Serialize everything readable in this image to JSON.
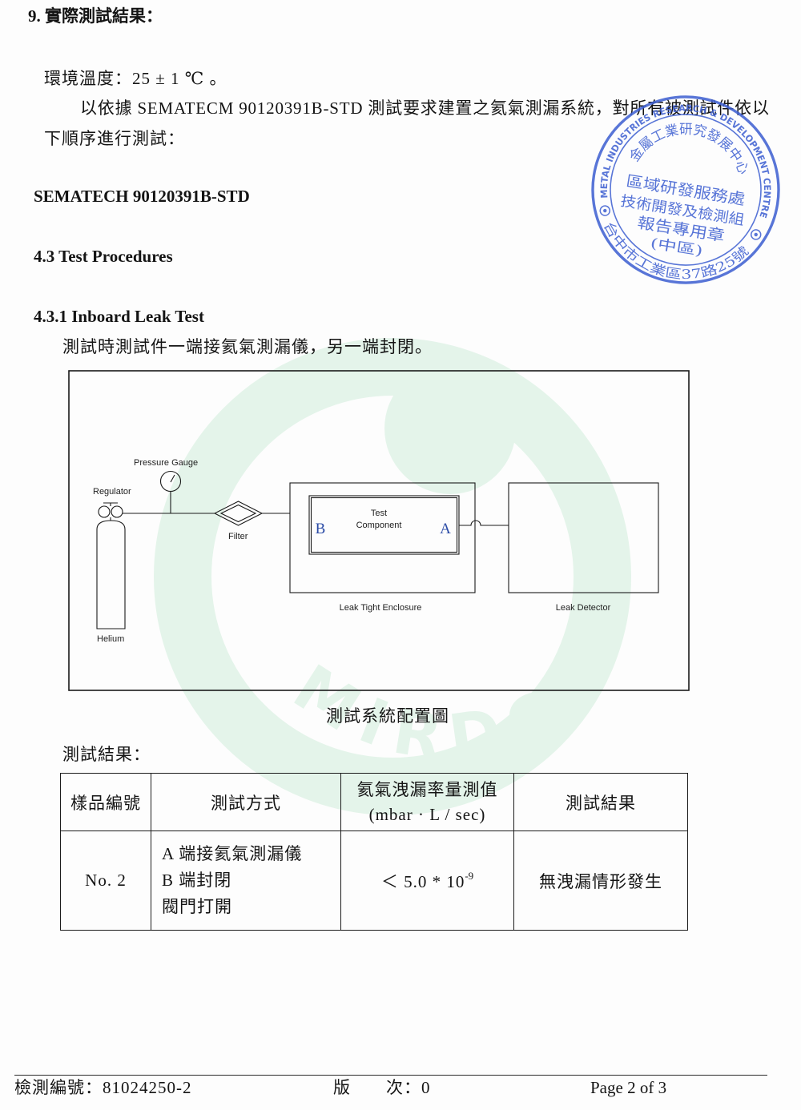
{
  "section": {
    "heading": "9. 實際測試結果：",
    "environment": "環境溫度：25 ± 1 ℃ 。",
    "intro_line_1": "以依據 SEMATECM 90120391B-STD 測試要求建置之氦氣測漏系統，對所有被測試件依以",
    "intro_line_2": "下順序進行測試："
  },
  "standard": {
    "name": "SEMATECH 90120391B-STD",
    "procedures": "4.3 Test Procedures",
    "test_name": "4.3.1 Inboard Leak Test",
    "description": "測試時測試件一端接氦氣測漏儀，另一端封閉。"
  },
  "diagram": {
    "labels": {
      "pressure_gauge": "Pressure Gauge",
      "regulator": "Regulator",
      "helium": "Helium",
      "filter": "Filter",
      "test_component": [
        "Test",
        "Component"
      ],
      "port_b": "B",
      "port_a": "A",
      "enclosure": "Leak Tight Enclosure",
      "detector": "Leak Detector"
    },
    "caption": "測試系統配置圖"
  },
  "results": {
    "label": "測試結果：",
    "headers": [
      {
        "label": "樣品編號"
      },
      {
        "label": "測試方式"
      },
      {
        "label": "氦氣洩漏率量測值",
        "sublabel": "(mbar · L / sec)"
      },
      {
        "label": "測試結果"
      }
    ],
    "rows": [
      {
        "sample_no": "No. 2",
        "method": [
          "A 端接氦氣測漏儀",
          "B 端封閉",
          "閥門打開"
        ],
        "leak_rate": {
          "value": "＜ 5.0 * 10",
          "exponent": "-9"
        },
        "result": "無洩漏情形發生"
      }
    ]
  },
  "footer": {
    "report_no": "檢測編號：81024250-2",
    "version": "版　　次：0",
    "page": "Page 2 of 3"
  },
  "stamp": {
    "outer_top": "METAL INDUSTRIES RESEARCH & DEVELOPMENT CENTRE",
    "inner_arc": "金屬工業研究發展中心",
    "lines": [
      "區域研發服務處",
      "技術開發及檢測組",
      "報告專用章",
      "(中區)"
    ],
    "outer_bottom": "台中市工業區37路25號"
  },
  "watermark": {
    "text": "MIRDC"
  },
  "colors": {
    "text": "#141414",
    "port_label": "#2b4ba6",
    "stamp_ink": "#3d5fd1",
    "watermark": "#e4f4ea"
  }
}
